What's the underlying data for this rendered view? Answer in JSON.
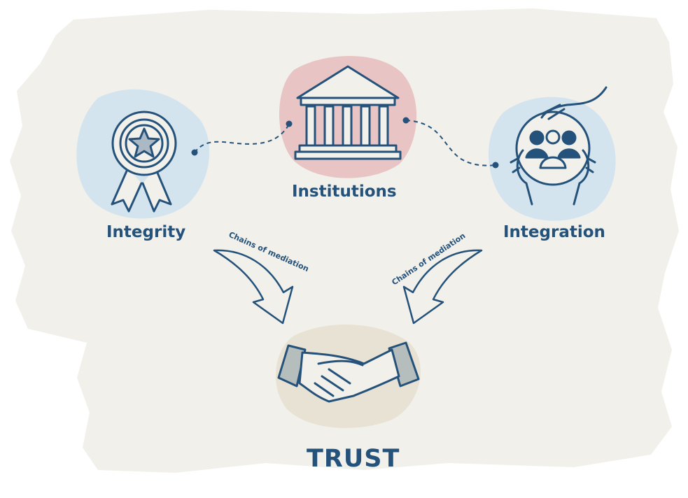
{
  "nodes": {
    "integrity": "Integrity",
    "institutions": "Institutions",
    "integration": "Integration",
    "trust": "TRUST"
  },
  "arrows": {
    "left_caption": "Chains of mediation",
    "right_caption": "Chains of mediation"
  },
  "icons": [
    "award-medal-icon",
    "bank-building-icon",
    "hands-holding-community-icon",
    "handshake-icon"
  ],
  "colors": {
    "ink": "#24527a",
    "paper": "#f2f0eb",
    "blue_blob": "#d3e4ee",
    "pink_blob": "#e8c4c4",
    "beige_blob": "#e7e2d3"
  }
}
